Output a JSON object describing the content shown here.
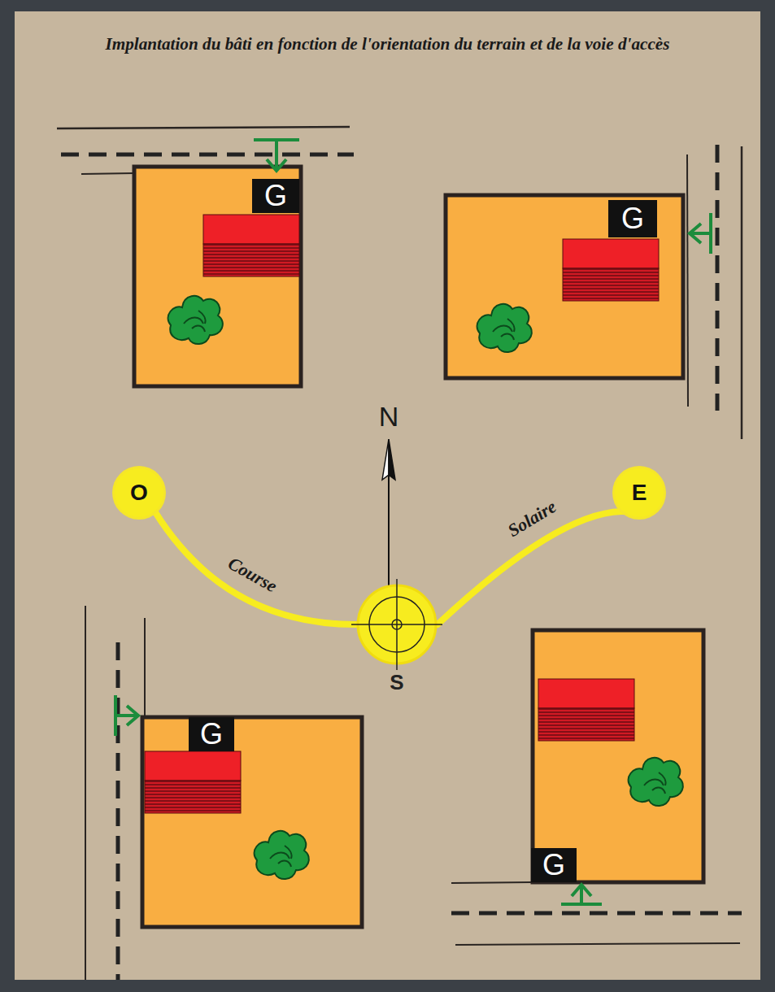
{
  "diagram": {
    "title": "Implantation du bâti en fonction de l'orientation du terrain et de la voie d'accès",
    "nodes": [
      {
        "text": [
          "G"
        ]
      },
      {
        "text": [
          "G"
        ]
      },
      {
        "text": [
          "O"
        ]
      },
      {
        "text": [
          "E"
        ]
      },
      {
        "text": [
          "S"
        ]
      },
      {
        "text": [
          "G"
        ]
      },
      {
        "text": [
          "G"
        ]
      }
    ],
    "edges": [
      {
        "from": 2,
        "to": 4,
        "label": "Course",
        "arrow": "none"
      },
      {
        "from": 4,
        "to": 3,
        "label": "Solaire",
        "arrow": "none"
      }
    ],
    "labels": [
      "N"
    ]
  }
}
